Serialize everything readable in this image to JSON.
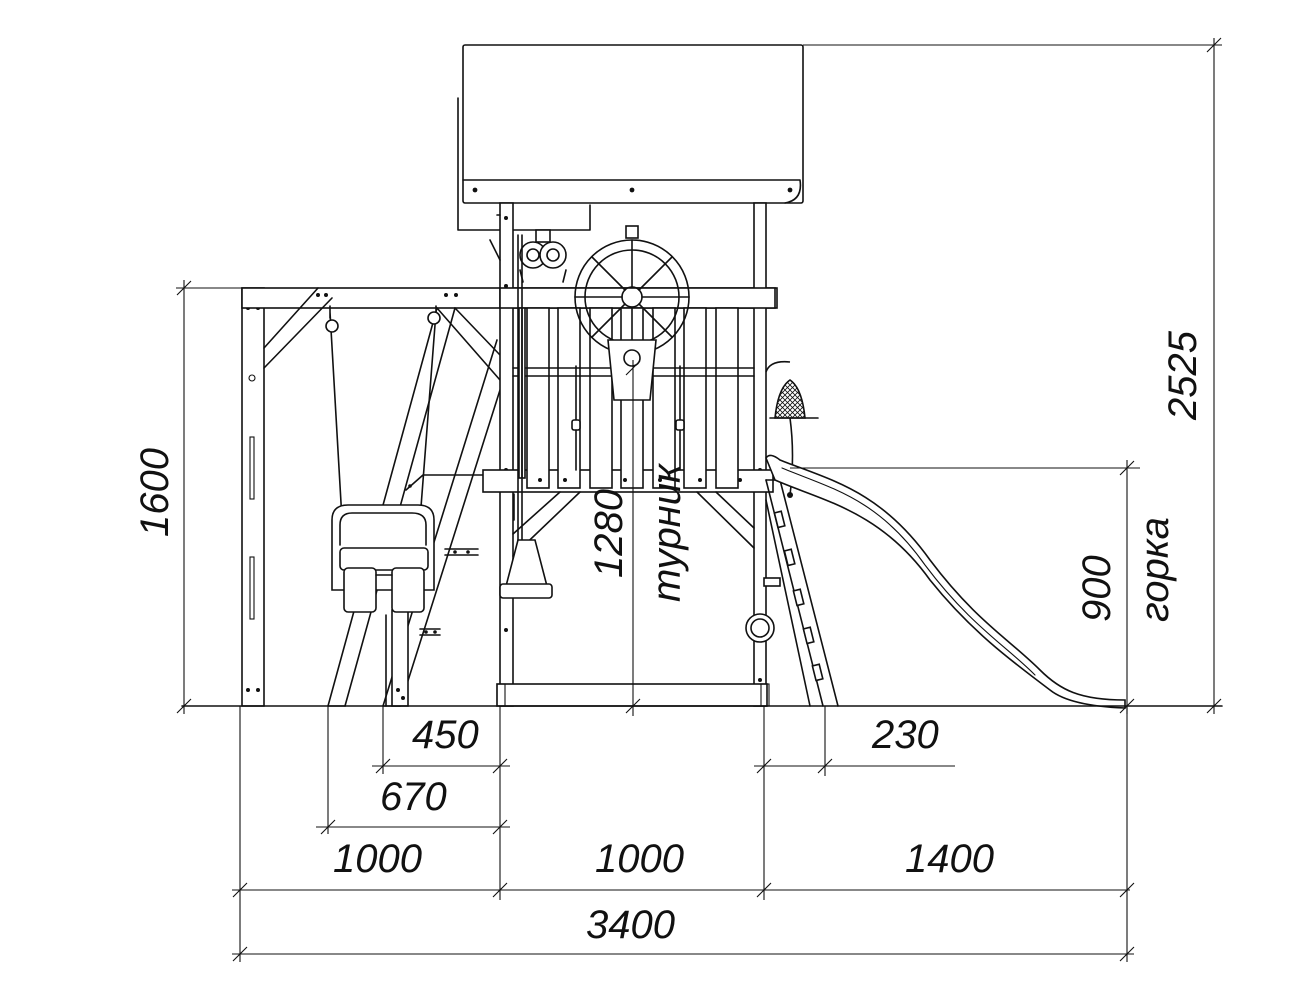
{
  "dimensions": {
    "total_height": "2525",
    "swing_height": "1600",
    "platform_height": "1280",
    "slide_height": "900",
    "swing_offset_inner": "450",
    "swing_offset_outer": "670",
    "swing_section": "1000",
    "tower_section": "1000",
    "slide_section": "1400",
    "total_width": "3400",
    "ladder_offset": "230"
  },
  "labels": {
    "bar": "турник",
    "slide": "горка"
  }
}
